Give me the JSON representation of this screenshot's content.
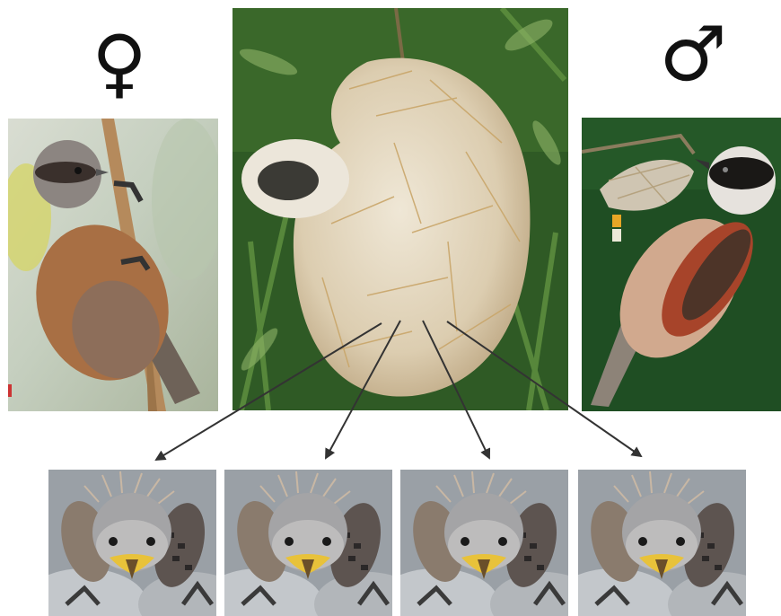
{
  "symbols": {
    "female": "♀",
    "male": "♂"
  },
  "photos": {
    "female": "female-penduline-tit-photo",
    "male": "male-penduline-tit-photo",
    "nest": "hanging-nest-photo",
    "chick": "chick-photo"
  },
  "chicks": [
    {
      "name": "chick-1"
    },
    {
      "name": "chick-2"
    },
    {
      "name": "chick-3"
    },
    {
      "name": "chick-4"
    }
  ],
  "colors": {
    "arrow": "#333333",
    "foliage": "#2f5a25",
    "nest": "#e2d6bd",
    "female_body": "#a56d43",
    "male_bg": "#1f4e23",
    "chick_beak": "#e8c23a"
  }
}
